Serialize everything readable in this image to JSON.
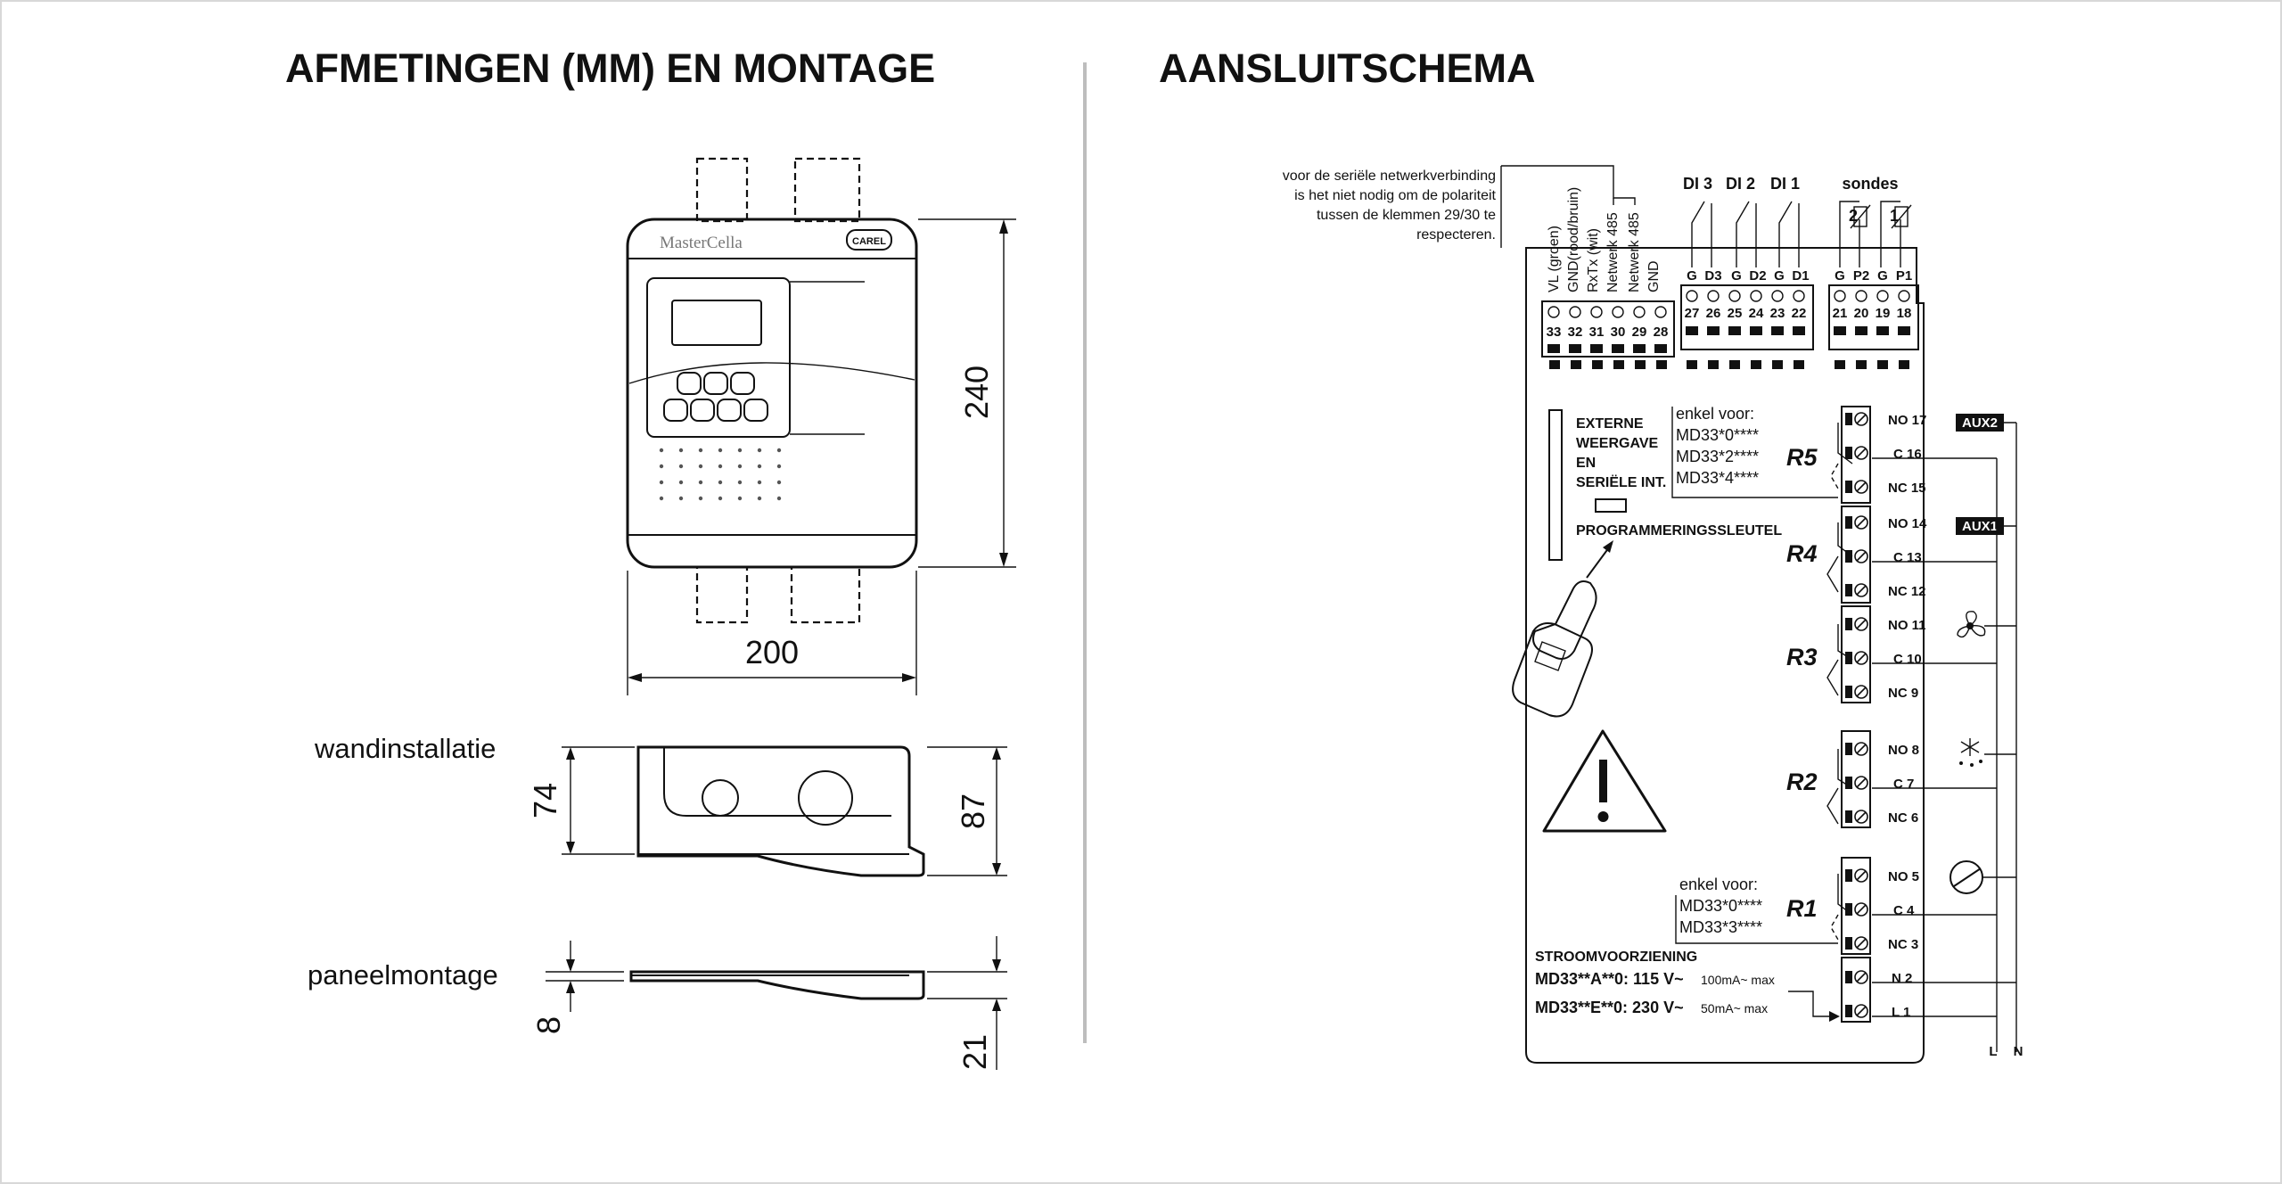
{
  "headings": {
    "left": "AFMETINGEN (MM) EN MONTAGE",
    "right": "AANSLUITSCHEMA"
  },
  "dimensions": {
    "height_front": "240",
    "width_front": "200",
    "wall_label": "wandinstallatie",
    "wall_depth_inner": "74",
    "wall_depth_outer": "87",
    "panel_label": "paneelmontage",
    "panel_depth_inner": "8",
    "panel_depth_outer": "21"
  },
  "device": {
    "brand_text": "MasterCella",
    "logo_text": "CAREL"
  },
  "wiring": {
    "network_note": [
      "voor de seriële netwerkverbinding",
      "is het niet nodig om de polariteit",
      "tussen de klemmen 29/30 te",
      "respecteren."
    ],
    "network_labels": [
      "VL (groen)",
      "GND(rood/bruin)",
      "RxTx (wit)",
      "Netwerk 485",
      "Netwerk 485",
      "GND"
    ],
    "network_terminals": [
      "33",
      "32",
      "31",
      "30",
      "29",
      "28"
    ],
    "di_labels": [
      "DI 3",
      "DI 2",
      "DI 1"
    ],
    "di_pins": [
      "G",
      "D3",
      "G",
      "D2",
      "G",
      "D1"
    ],
    "di_terminals": [
      "27",
      "26",
      "25",
      "24",
      "23",
      "22"
    ],
    "probes_title": "sondes",
    "probe_numbers": [
      "2",
      "1"
    ],
    "probe_pins": [
      "G",
      "P2",
      "G",
      "P1"
    ],
    "probe_terminals": [
      "21",
      "20",
      "19",
      "18"
    ],
    "external_display": [
      "EXTERNE",
      "WEERGAVE",
      "EN",
      "SERIËLE INT."
    ],
    "programming_key": "PROGRAMMERINGSSLEUTEL",
    "only_for_top": {
      "label": "enkel voor:",
      "models": [
        "MD33*0****",
        "MD33*2****",
        "MD33*4****"
      ]
    },
    "only_for_bottom": {
      "label": "enkel voor:",
      "models": [
        "MD33*0****",
        "MD33*3****"
      ]
    },
    "relays": [
      "R5",
      "R4",
      "R3",
      "R2",
      "R1"
    ],
    "outputs": [
      "NO 17",
      "C 16",
      "NC 15",
      "NO 14",
      "C 13",
      "NC 12",
      "NO 11",
      "C 10",
      "NC 9",
      "NO 8",
      "C 7",
      "NC 6",
      "NO 5",
      "C 4",
      "NC 3",
      "N 2",
      "L 1"
    ],
    "aux_labels": [
      "AUX2",
      "AUX1"
    ],
    "power": {
      "title": "STROOMVOORZIENING",
      "line1_main": "MD33**A**0: 115 V~",
      "line1_sub": "100mA~ max",
      "line2_main": "MD33**E**0: 230 V~",
      "line2_sub": "50mA~ max"
    },
    "supply_labels": [
      "L",
      "N"
    ]
  }
}
